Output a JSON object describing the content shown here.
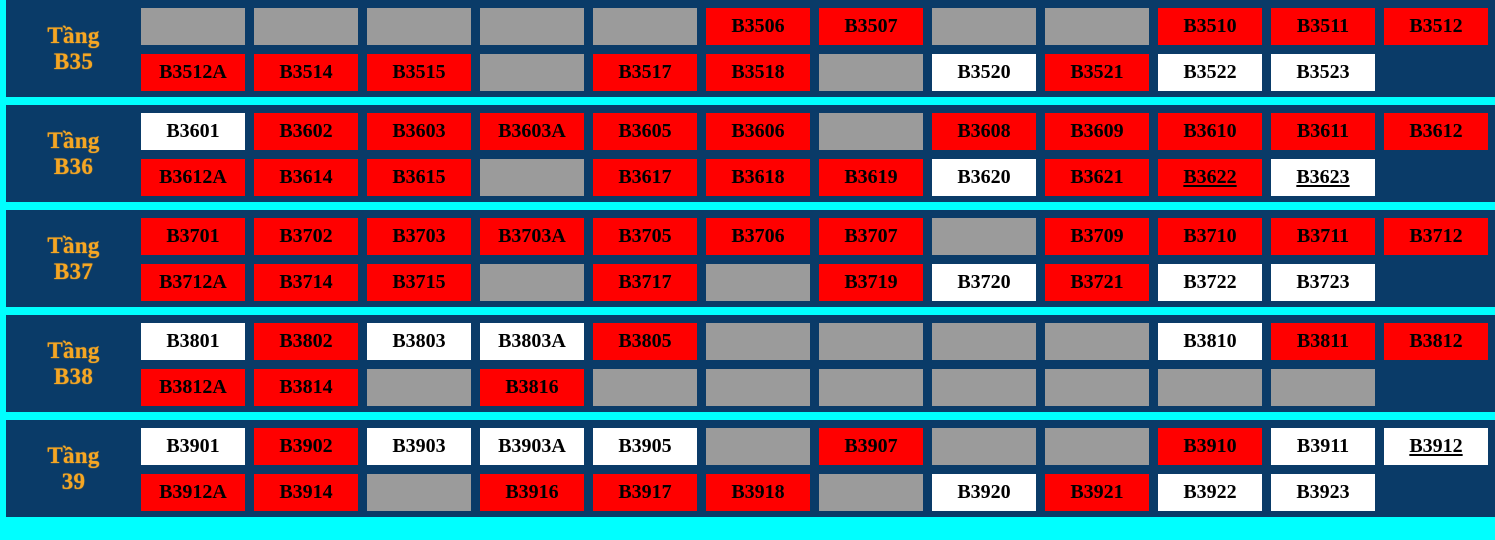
{
  "colors": {
    "background": "#00ffff",
    "panel": "#0a3b68",
    "available": "#ff0000",
    "sold": "#ffffff",
    "blocked": "#9b9b9b",
    "label_text": "#f5a623",
    "cell_text": "#000000"
  },
  "floors": [
    {
      "label_line1": "Tầng",
      "label_line2": "B35",
      "rows": [
        [
          {
            "text": "",
            "state": "gray"
          },
          {
            "text": "",
            "state": "gray"
          },
          {
            "text": "",
            "state": "gray"
          },
          {
            "text": "",
            "state": "gray"
          },
          {
            "text": "",
            "state": "gray"
          },
          {
            "text": "B3506",
            "state": "red"
          },
          {
            "text": "B3507",
            "state": "red"
          },
          {
            "text": "",
            "state": "gray"
          },
          {
            "text": "",
            "state": "gray"
          },
          {
            "text": "B3510",
            "state": "red"
          },
          {
            "text": "B3511",
            "state": "red"
          },
          {
            "text": "B3512",
            "state": "red"
          }
        ],
        [
          {
            "text": "B3512A",
            "state": "red"
          },
          {
            "text": "B3514",
            "state": "red"
          },
          {
            "text": "B3515",
            "state": "red"
          },
          {
            "text": "",
            "state": "gray"
          },
          {
            "text": "B3517",
            "state": "red"
          },
          {
            "text": "B3518",
            "state": "red"
          },
          {
            "text": "",
            "state": "gray"
          },
          {
            "text": "B3520",
            "state": "white"
          },
          {
            "text": "B3521",
            "state": "red"
          },
          {
            "text": "B3522",
            "state": "white"
          },
          {
            "text": "B3523",
            "state": "white"
          },
          {
            "text": "",
            "state": "empty"
          }
        ]
      ]
    },
    {
      "label_line1": "Tầng",
      "label_line2": "B36",
      "rows": [
        [
          {
            "text": "B3601",
            "state": "white"
          },
          {
            "text": "B3602",
            "state": "red"
          },
          {
            "text": "B3603",
            "state": "red"
          },
          {
            "text": "B3603A",
            "state": "red"
          },
          {
            "text": "B3605",
            "state": "red"
          },
          {
            "text": "B3606",
            "state": "red"
          },
          {
            "text": "",
            "state": "gray"
          },
          {
            "text": "B3608",
            "state": "red"
          },
          {
            "text": "B3609",
            "state": "red"
          },
          {
            "text": "B3610",
            "state": "red"
          },
          {
            "text": "B3611",
            "state": "red"
          },
          {
            "text": "B3612",
            "state": "red"
          }
        ],
        [
          {
            "text": "B3612A",
            "state": "red"
          },
          {
            "text": "B3614",
            "state": "red"
          },
          {
            "text": "B3615",
            "state": "red"
          },
          {
            "text": "",
            "state": "gray"
          },
          {
            "text": "B3617",
            "state": "red"
          },
          {
            "text": "B3618",
            "state": "red"
          },
          {
            "text": "B3619",
            "state": "red"
          },
          {
            "text": "B3620",
            "state": "white"
          },
          {
            "text": "B3621",
            "state": "red"
          },
          {
            "text": "B3622",
            "state": "red",
            "underline": true
          },
          {
            "text": "B3623",
            "state": "white",
            "underline": true
          },
          {
            "text": "",
            "state": "empty"
          }
        ]
      ]
    },
    {
      "label_line1": "Tầng",
      "label_line2": "B37",
      "rows": [
        [
          {
            "text": "B3701",
            "state": "red"
          },
          {
            "text": "B3702",
            "state": "red"
          },
          {
            "text": "B3703",
            "state": "red"
          },
          {
            "text": "B3703A",
            "state": "red"
          },
          {
            "text": "B3705",
            "state": "red"
          },
          {
            "text": "B3706",
            "state": "red"
          },
          {
            "text": "B3707",
            "state": "red"
          },
          {
            "text": "",
            "state": "gray"
          },
          {
            "text": "B3709",
            "state": "red"
          },
          {
            "text": "B3710",
            "state": "red"
          },
          {
            "text": "B3711",
            "state": "red"
          },
          {
            "text": "B3712",
            "state": "red"
          }
        ],
        [
          {
            "text": "B3712A",
            "state": "red"
          },
          {
            "text": "B3714",
            "state": "red"
          },
          {
            "text": "B3715",
            "state": "red"
          },
          {
            "text": "",
            "state": "gray"
          },
          {
            "text": "B3717",
            "state": "red"
          },
          {
            "text": "",
            "state": "gray"
          },
          {
            "text": "B3719",
            "state": "red"
          },
          {
            "text": "B3720",
            "state": "white"
          },
          {
            "text": "B3721",
            "state": "red"
          },
          {
            "text": "B3722",
            "state": "white"
          },
          {
            "text": "B3723",
            "state": "white"
          },
          {
            "text": "",
            "state": "empty"
          }
        ]
      ]
    },
    {
      "label_line1": "Tầng",
      "label_line2": "B38",
      "rows": [
        [
          {
            "text": "B3801",
            "state": "white"
          },
          {
            "text": "B3802",
            "state": "red"
          },
          {
            "text": "B3803",
            "state": "white"
          },
          {
            "text": "B3803A",
            "state": "white"
          },
          {
            "text": "B3805",
            "state": "red"
          },
          {
            "text": "",
            "state": "gray"
          },
          {
            "text": "",
            "state": "gray"
          },
          {
            "text": "",
            "state": "gray"
          },
          {
            "text": "",
            "state": "gray"
          },
          {
            "text": "B3810",
            "state": "white"
          },
          {
            "text": "B3811",
            "state": "red"
          },
          {
            "text": "B3812",
            "state": "red"
          }
        ],
        [
          {
            "text": "B3812A",
            "state": "red"
          },
          {
            "text": "B3814",
            "state": "red"
          },
          {
            "text": "",
            "state": "gray"
          },
          {
            "text": "B3816",
            "state": "red"
          },
          {
            "text": "",
            "state": "gray"
          },
          {
            "text": "",
            "state": "gray"
          },
          {
            "text": "",
            "state": "gray"
          },
          {
            "text": "",
            "state": "gray"
          },
          {
            "text": "",
            "state": "gray"
          },
          {
            "text": "",
            "state": "gray"
          },
          {
            "text": "",
            "state": "gray"
          },
          {
            "text": "",
            "state": "empty"
          }
        ]
      ]
    },
    {
      "label_line1": "Tầng",
      "label_line2": "39",
      "rows": [
        [
          {
            "text": "B3901",
            "state": "white"
          },
          {
            "text": "B3902",
            "state": "red"
          },
          {
            "text": "B3903",
            "state": "white"
          },
          {
            "text": "B3903A",
            "state": "white"
          },
          {
            "text": "B3905",
            "state": "white"
          },
          {
            "text": "",
            "state": "gray"
          },
          {
            "text": "B3907",
            "state": "red"
          },
          {
            "text": "",
            "state": "gray"
          },
          {
            "text": "",
            "state": "gray"
          },
          {
            "text": "B3910",
            "state": "red"
          },
          {
            "text": "B3911",
            "state": "white"
          },
          {
            "text": "B3912",
            "state": "white",
            "underline": true
          }
        ],
        [
          {
            "text": "B3912A",
            "state": "red"
          },
          {
            "text": "B3914",
            "state": "red"
          },
          {
            "text": "",
            "state": "gray"
          },
          {
            "text": "B3916",
            "state": "red"
          },
          {
            "text": "B3917",
            "state": "red"
          },
          {
            "text": "B3918",
            "state": "red"
          },
          {
            "text": "",
            "state": "gray"
          },
          {
            "text": "B3920",
            "state": "white"
          },
          {
            "text": "B3921",
            "state": "red"
          },
          {
            "text": "B3922",
            "state": "white"
          },
          {
            "text": "B3923",
            "state": "white"
          },
          {
            "text": "",
            "state": "empty"
          }
        ]
      ]
    }
  ]
}
